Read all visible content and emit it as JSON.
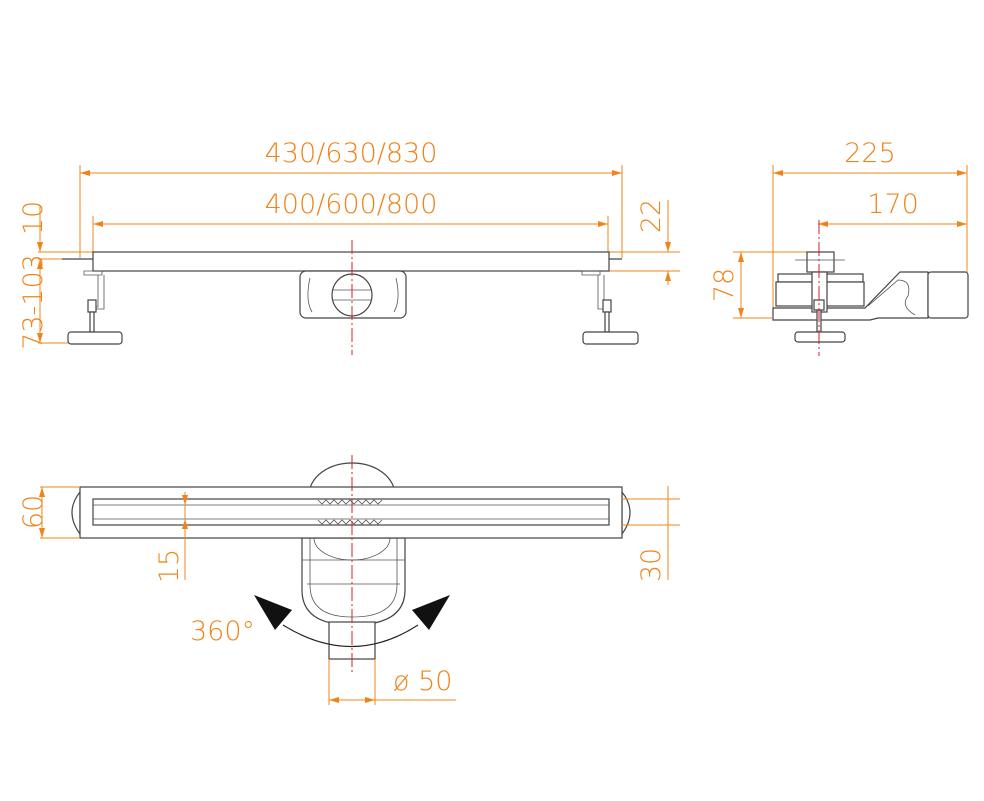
{
  "dimensions": {
    "overall_length": "430/630/830",
    "channel_length": "400/600/800",
    "flange_height": "10",
    "foot_height_range": "73-103",
    "channel_height": "22",
    "side_width": "225",
    "side_axis_offset": "170",
    "side_height": "78",
    "top_width": "60",
    "slot_width": "15",
    "slot_offset": "30",
    "rotation": "360°",
    "outlet_diameter": "ø 50"
  },
  "colors": {
    "dimension": "#f0841a",
    "centerline": "#d62020",
    "outline": "#444444"
  }
}
